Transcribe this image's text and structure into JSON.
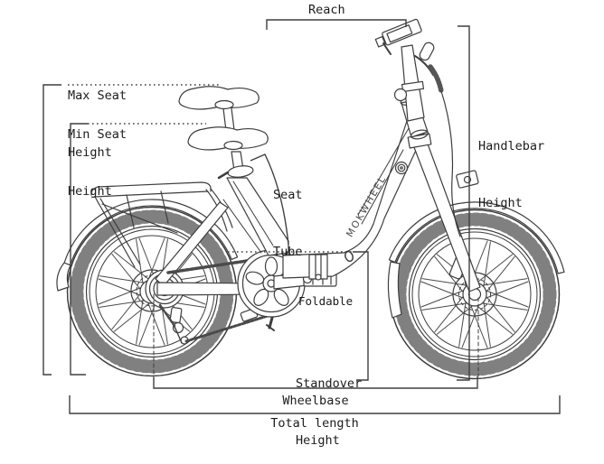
{
  "diagram": {
    "title_context": "Folding e-bike dimension diagram",
    "brand": "MOKWHEEL",
    "labels": {
      "reach": "Reach",
      "max_seat_height": {
        "line1": "Max Seat",
        "line2": "Height"
      },
      "min_seat_height": {
        "line1": "Min Seat",
        "line2": "Height"
      },
      "seat_tube": {
        "line1": "Seat",
        "line2": "Tube"
      },
      "handlebar_height": {
        "line1": "Handlebar",
        "line2": "Height"
      },
      "foldable": "Foldable",
      "standover_height": {
        "line1": "Standover",
        "line2": "Height"
      },
      "wheelbase": "Wheelbase",
      "total_length": "Total length"
    },
    "colors": {
      "background": "#ffffff",
      "line_art": "#3d3d3d",
      "annotation": "#3f3f3f",
      "text": "#1c1c1c"
    }
  }
}
